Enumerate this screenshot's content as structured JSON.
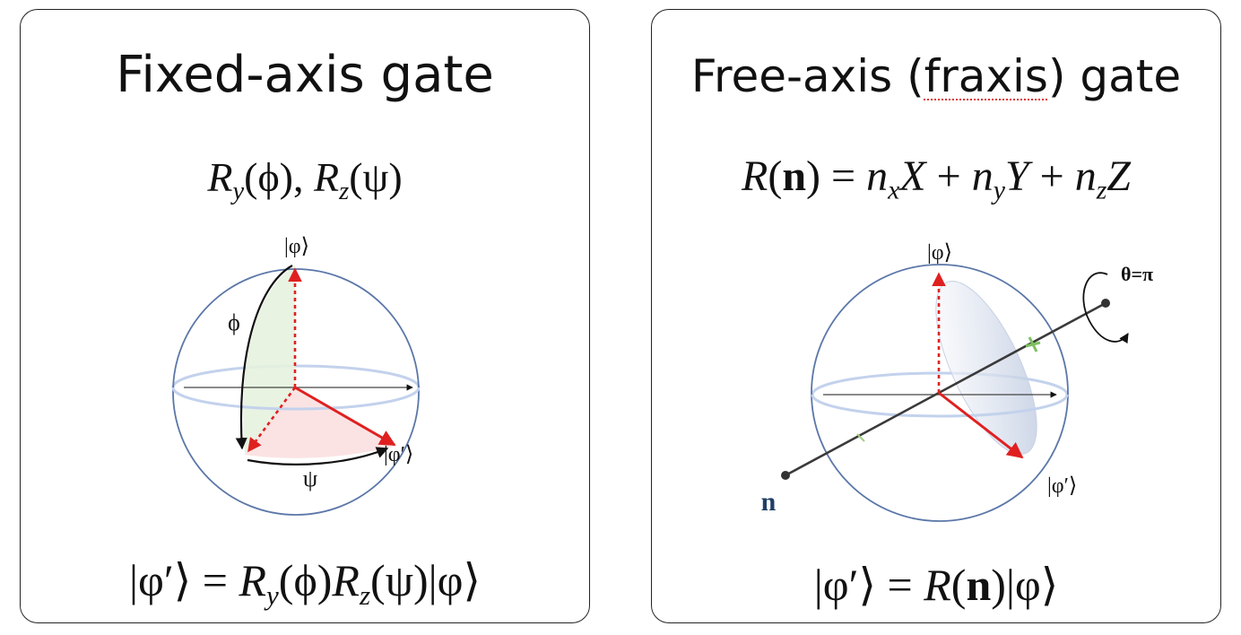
{
  "left_panel": {
    "title": "Fixed-axis gate",
    "formula_top": {
      "r1": "R",
      "r1_sub": "y",
      "r1_arg": "(ϕ)",
      "comma": ", ",
      "r2": "R",
      "r2_sub": "z",
      "r2_arg": "(ψ)"
    },
    "diagram": {
      "ket_top": "|φ⟩",
      "ket_out": "|φ′⟩",
      "angle_phi": "ϕ",
      "angle_psi": "ψ"
    },
    "formula_bottom": {
      "lhs": "|φ′⟩ = ",
      "r1": "R",
      "r1_sub": "y",
      "r1_arg": "(ϕ)",
      "r2": "R",
      "r2_sub": "z",
      "r2_arg": "(ψ)",
      "rhs": "|φ⟩"
    }
  },
  "right_panel": {
    "title_prefix": "Free-axis (",
    "title_word": "fraxis",
    "title_suffix": ") gate",
    "formula_top": {
      "lhs_R": "R",
      "lhs_n": "n",
      "eq": ") = ",
      "n1": "n",
      "n1_sub": "x",
      "X": "X",
      "plus1": " + ",
      "n2": "n",
      "n2_sub": "y",
      "Y": "Y",
      "plus2": " + ",
      "n3": "n",
      "n3_sub": "z",
      "Z": "Z"
    },
    "diagram": {
      "ket_top": "|φ⟩",
      "ket_out": "|φ′⟩",
      "rotation_label": "θ=π",
      "axis_label": "n"
    },
    "formula_bottom": {
      "lhs": "|φ′⟩ = ",
      "R": "R",
      "n": "n",
      "rhs": "|φ⟩"
    }
  }
}
